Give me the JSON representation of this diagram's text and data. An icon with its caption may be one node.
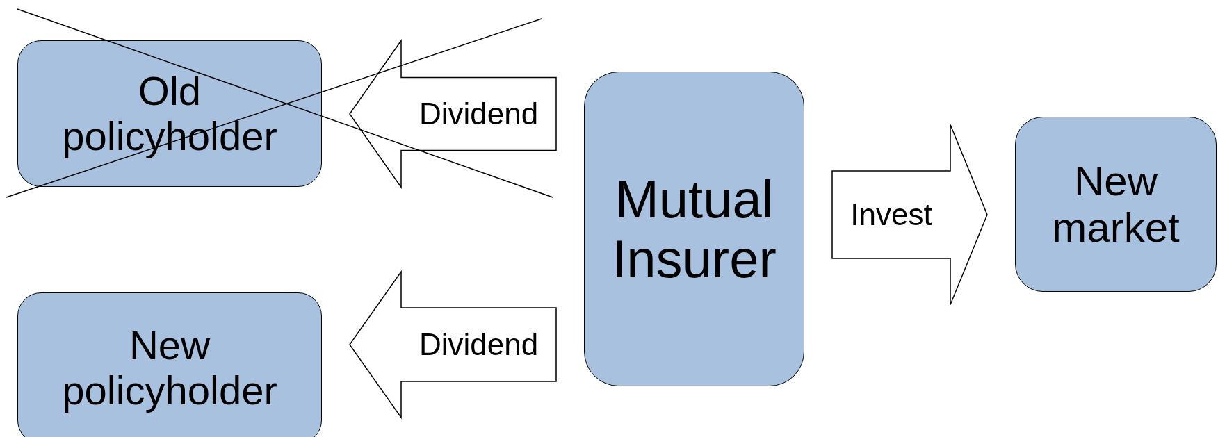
{
  "diagram": {
    "nodes": [
      {
        "text": [
          "Old policyholder"
        ]
      },
      {
        "text": [
          "New policyholder"
        ]
      },
      {
        "text": [
          "Mutual Insurer"
        ]
      },
      {
        "text": [
          "New market"
        ]
      }
    ],
    "edges": [
      {
        "from": 2,
        "to": 0,
        "arrow": "to",
        "label": "Dividend"
      },
      {
        "from": 2,
        "to": 1,
        "arrow": "to",
        "label": "Dividend"
      },
      {
        "from": 2,
        "to": 3,
        "arrow": "to",
        "label": "Invest"
      }
    ]
  }
}
